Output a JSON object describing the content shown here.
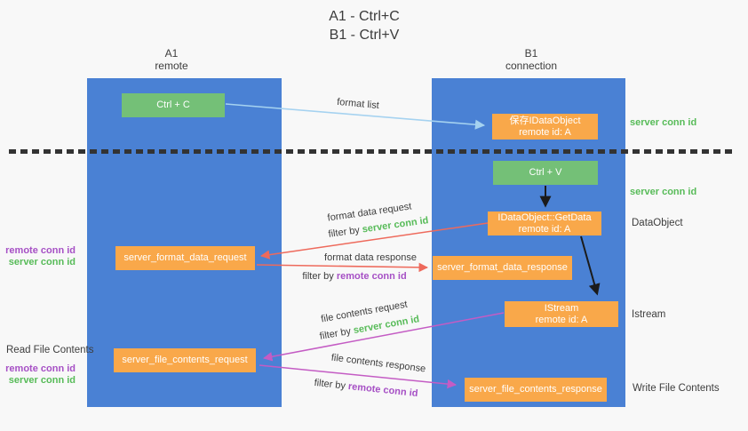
{
  "title": {
    "line1": "A1 - Ctrl+C",
    "line2": "B1 - Ctrl+V"
  },
  "lanes": {
    "a1": {
      "name": "A1",
      "role": "remote"
    },
    "b1": {
      "name": "B1",
      "role": "connection"
    }
  },
  "nodes": {
    "ctrl_c": {
      "label": "Ctrl + C"
    },
    "ctrl_v": {
      "label": "Ctrl + V"
    },
    "save_idataobject": {
      "line1": "保存IDataObject",
      "line2": "remote id: A"
    },
    "getdata": {
      "line1": "IDataObject::GetData",
      "line2": "remote id: A"
    },
    "istream": {
      "line1": "IStream",
      "line2": "remote id: A"
    },
    "format_request": {
      "label": "server_format_data_request"
    },
    "format_response": {
      "label": "server_format_data_response"
    },
    "file_request": {
      "label": "server_file_contents_request"
    },
    "file_response": {
      "label": "server_file_contents_response"
    }
  },
  "left_annotations": {
    "remote_conn_id_top": "remote conn id",
    "server_conn_id_top": "server conn id",
    "read_file_contents": "Read File Contents",
    "remote_conn_id_bottom": "remote conn id",
    "server_conn_id_bottom": "server conn id"
  },
  "right_annotations": {
    "server_conn_id_top": "server conn id",
    "server_conn_id_mid": "server conn id",
    "dataobject": "DataObject",
    "istream": "Istream",
    "write_file_contents": "Write File Contents"
  },
  "edge_labels": {
    "format_list": "format list",
    "format_data_request": "format data request",
    "format_data_request_filter_prefix": "filter by ",
    "format_data_request_filter_key": "server conn id",
    "format_data_response": "format data response",
    "format_data_response_filter_prefix": "filter by ",
    "format_data_response_filter_key": "remote conn id",
    "file_contents_request": "file contents request",
    "file_contents_request_filter_prefix": "filter by ",
    "file_contents_request_filter_key": "server conn id",
    "file_contents_response": "file contents response",
    "file_contents_response_filter_prefix": "filter by ",
    "file_contents_response_filter_key": "remote conn id"
  },
  "colors": {
    "lane_blue": "#4a81d4",
    "action_green": "#74c077",
    "message_orange": "#f9a84a",
    "server_conn_green": "#57bb58",
    "remote_conn_purple": "#a650c5",
    "request_red_arrow": "#ee6a5c",
    "file_magenta_arrow": "#c45cc4",
    "format_list_blue_arrow": "#a5d2f0",
    "black_arrow": "#1b1b1b",
    "divider_black": "#333333"
  }
}
